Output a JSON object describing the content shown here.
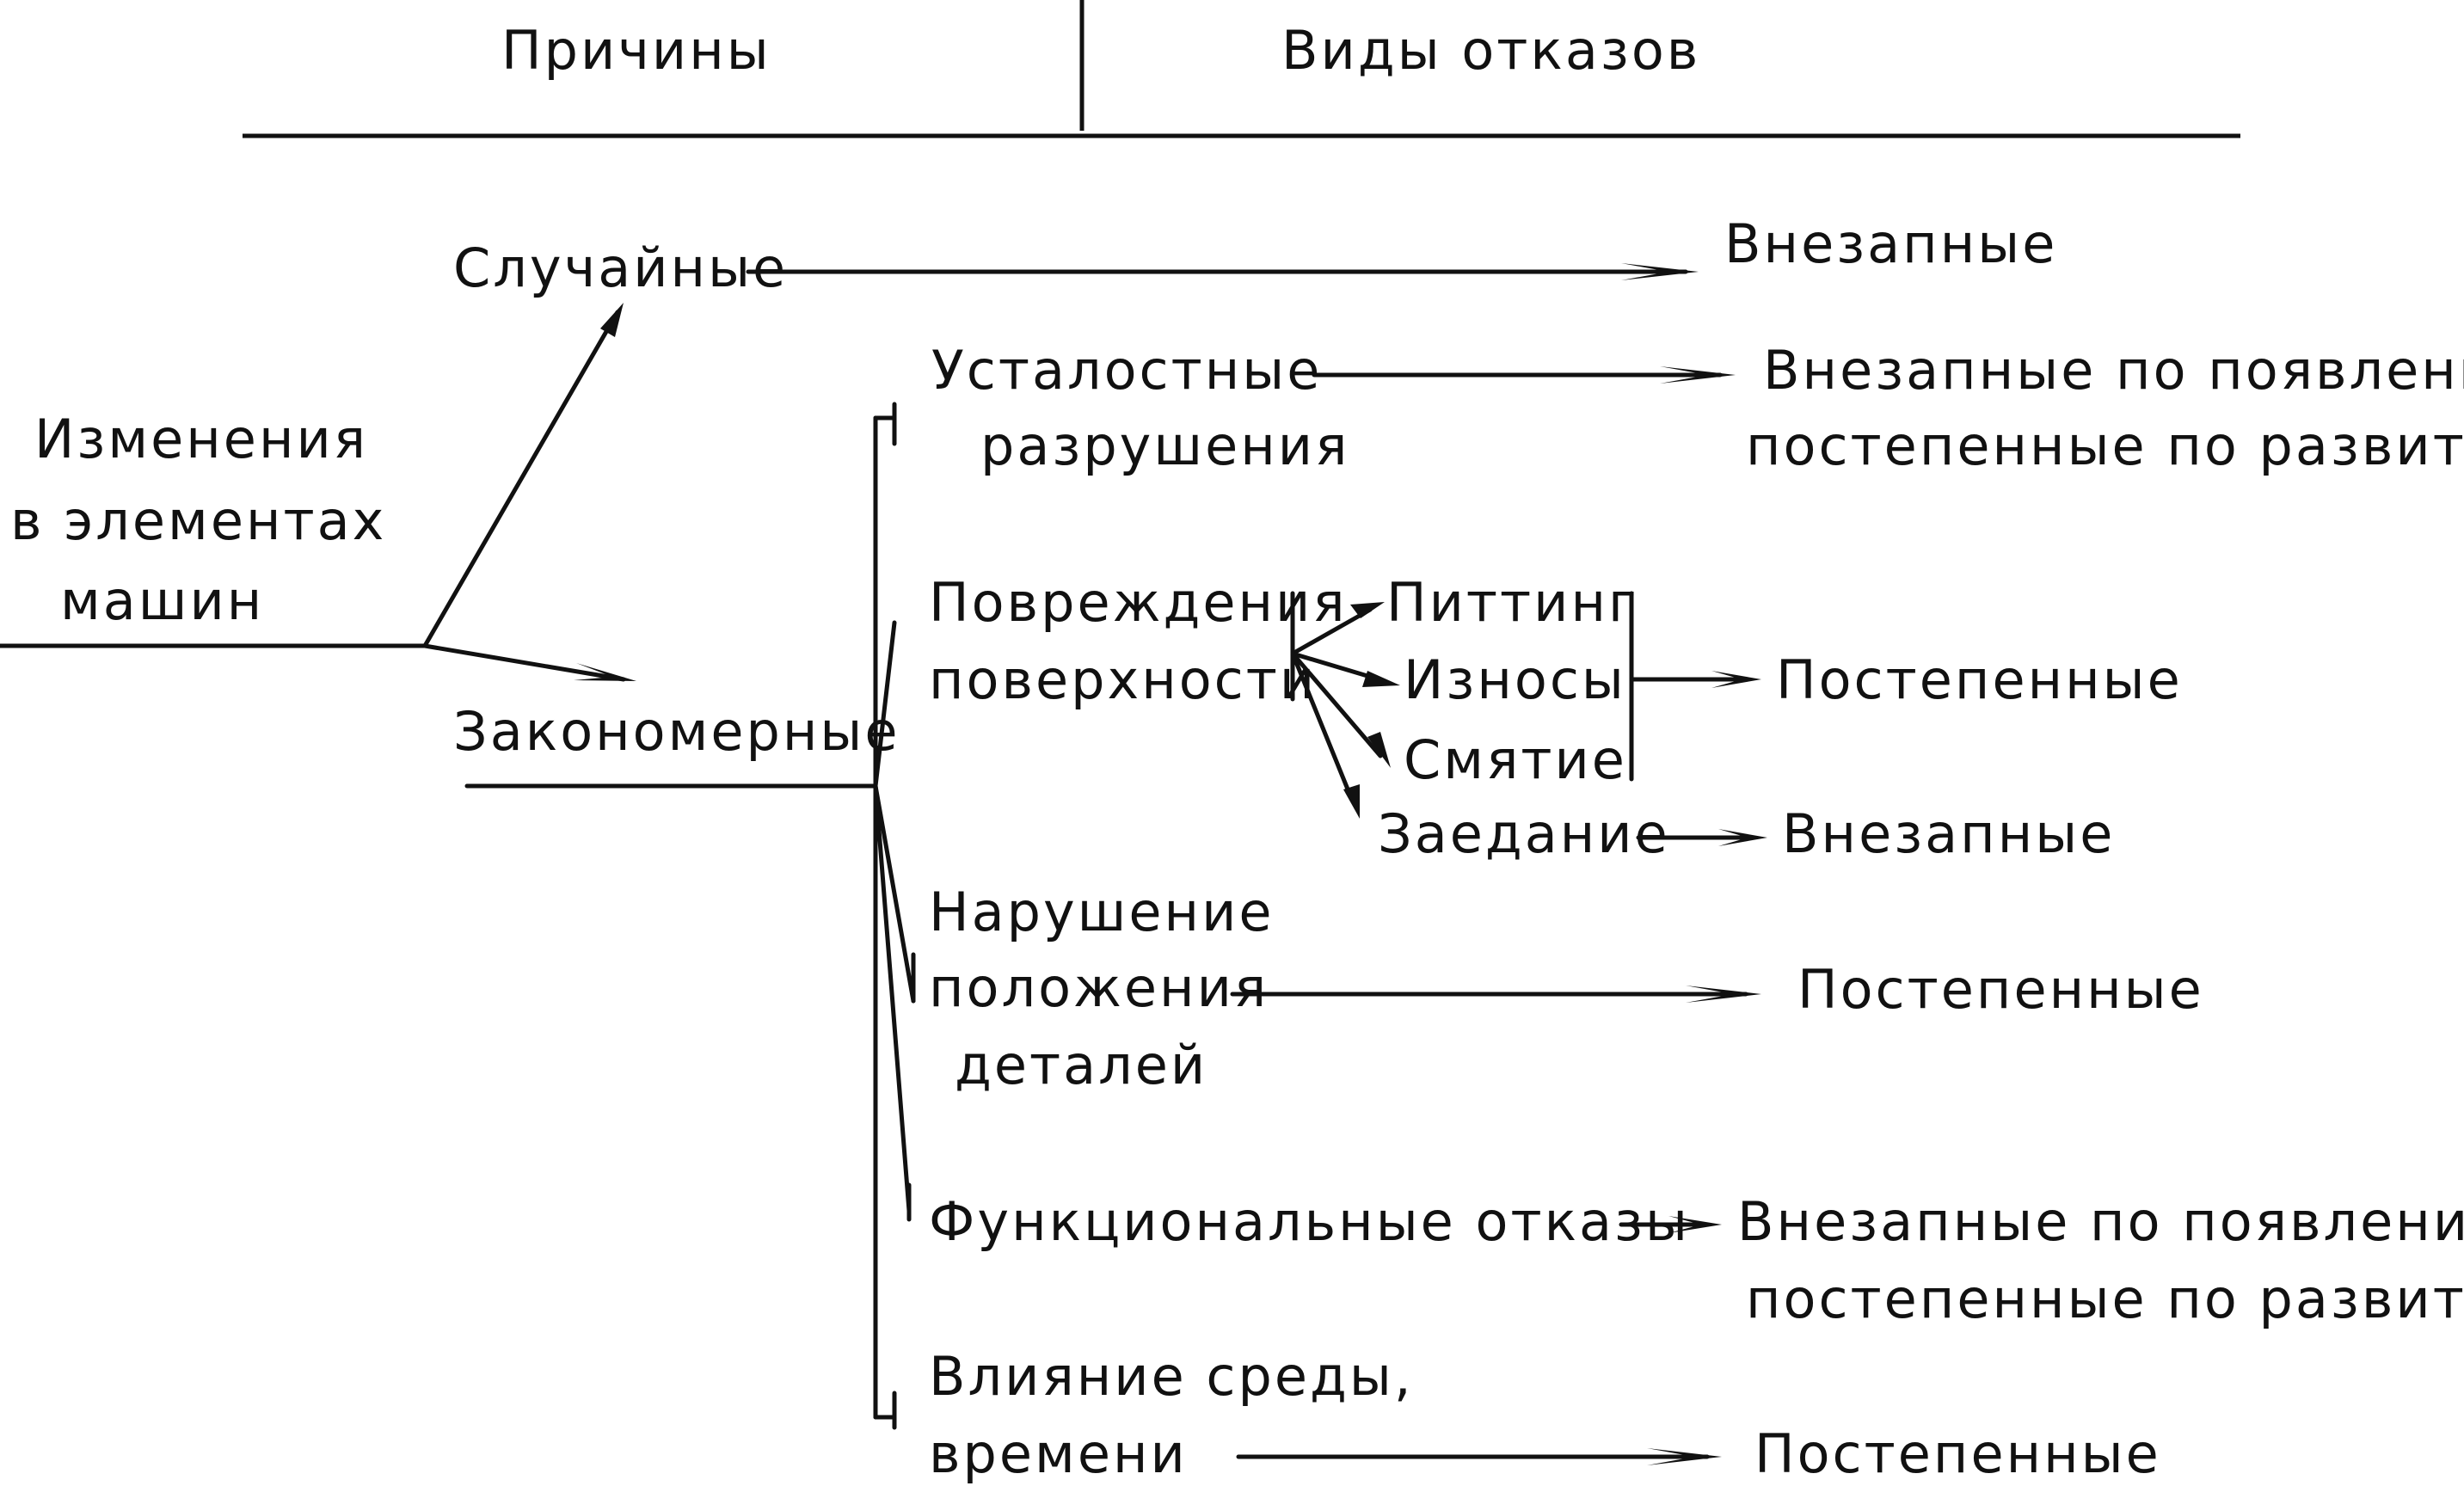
{
  "header": {
    "left": "Причины",
    "right": "Виды отказов"
  },
  "root": [
    "Изменения",
    "в элементах",
    "машин"
  ],
  "random": {
    "label": "Случайные",
    "result": "Внезапные"
  },
  "regular": {
    "label": "Закономерные",
    "fatigue": {
      "label": [
        "Усталостные",
        "разрушения"
      ],
      "result": [
        "Внезапные по появлению,",
        "постепенные по развитию"
      ]
    },
    "surface": {
      "label": [
        "Повреждения",
        "поверхности"
      ],
      "pitting": "Питтинг",
      "wear": "Износы",
      "crush": "Смятие",
      "gradual_result": "Постепенные",
      "seizure": "Заедание",
      "seizure_result": "Внезапные"
    },
    "position": {
      "label": [
        "Нарушение",
        "положения",
        "деталей"
      ],
      "result": "Постепенные"
    },
    "functional": {
      "label": "Функциональные отказы",
      "result": [
        "Внезапные по появлению,",
        "постепенные по развитию"
      ]
    },
    "environment": {
      "label": [
        "Влияние среды,",
        "времени"
      ],
      "result": "Постепенные"
    }
  }
}
